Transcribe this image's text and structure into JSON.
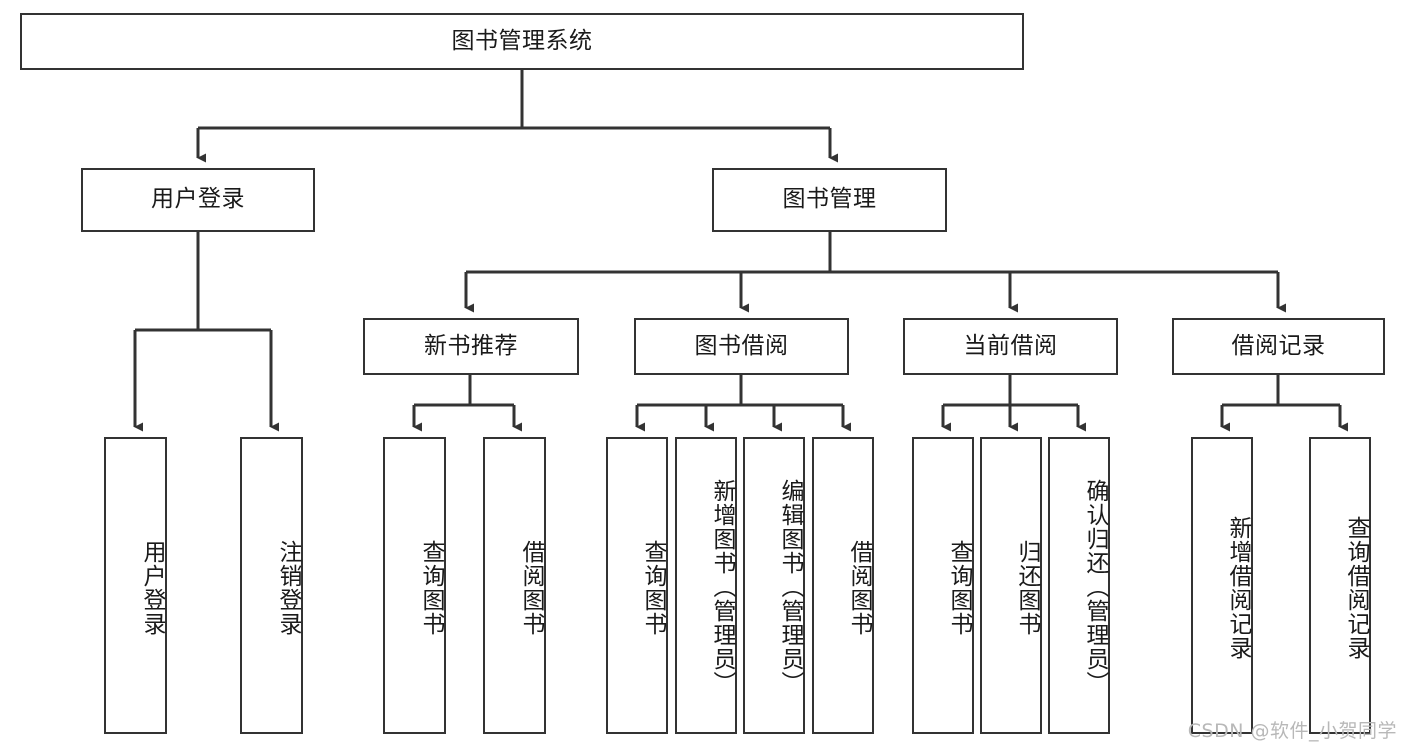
{
  "diagram": {
    "title_node": {
      "label": "图书管理系统"
    },
    "level1": [
      {
        "label": "用户登录"
      },
      {
        "label": "图书管理"
      }
    ],
    "level2": [
      {
        "label": "新书推荐"
      },
      {
        "label": "图书借阅"
      },
      {
        "label": "当前借阅"
      },
      {
        "label": "借阅记录"
      }
    ],
    "leaves": {
      "user_login": [
        {
          "label": "用户登录"
        },
        {
          "label": "注销登录"
        }
      ],
      "new_book_recommend": [
        {
          "label": "查询图书"
        },
        {
          "label": "借阅图书"
        }
      ],
      "book_borrow": [
        {
          "label": "查询图书"
        },
        {
          "label": "新增图书（管理员）"
        },
        {
          "label": "编辑图书（管理员）"
        },
        {
          "label": "借阅图书"
        }
      ],
      "current_borrow": [
        {
          "label": "查询图书"
        },
        {
          "label": "归还图书"
        },
        {
          "label": "确认归还（管理员）"
        }
      ],
      "borrow_record": [
        {
          "label": "新增借阅记录"
        },
        {
          "label": "查询借阅记录"
        }
      ]
    },
    "watermark": "CSDN @软件_小贺同学",
    "colors": {
      "stroke": "#333333",
      "background": "#ffffff",
      "text": "#1a1a1a",
      "watermark": "#b8b8b8"
    }
  }
}
